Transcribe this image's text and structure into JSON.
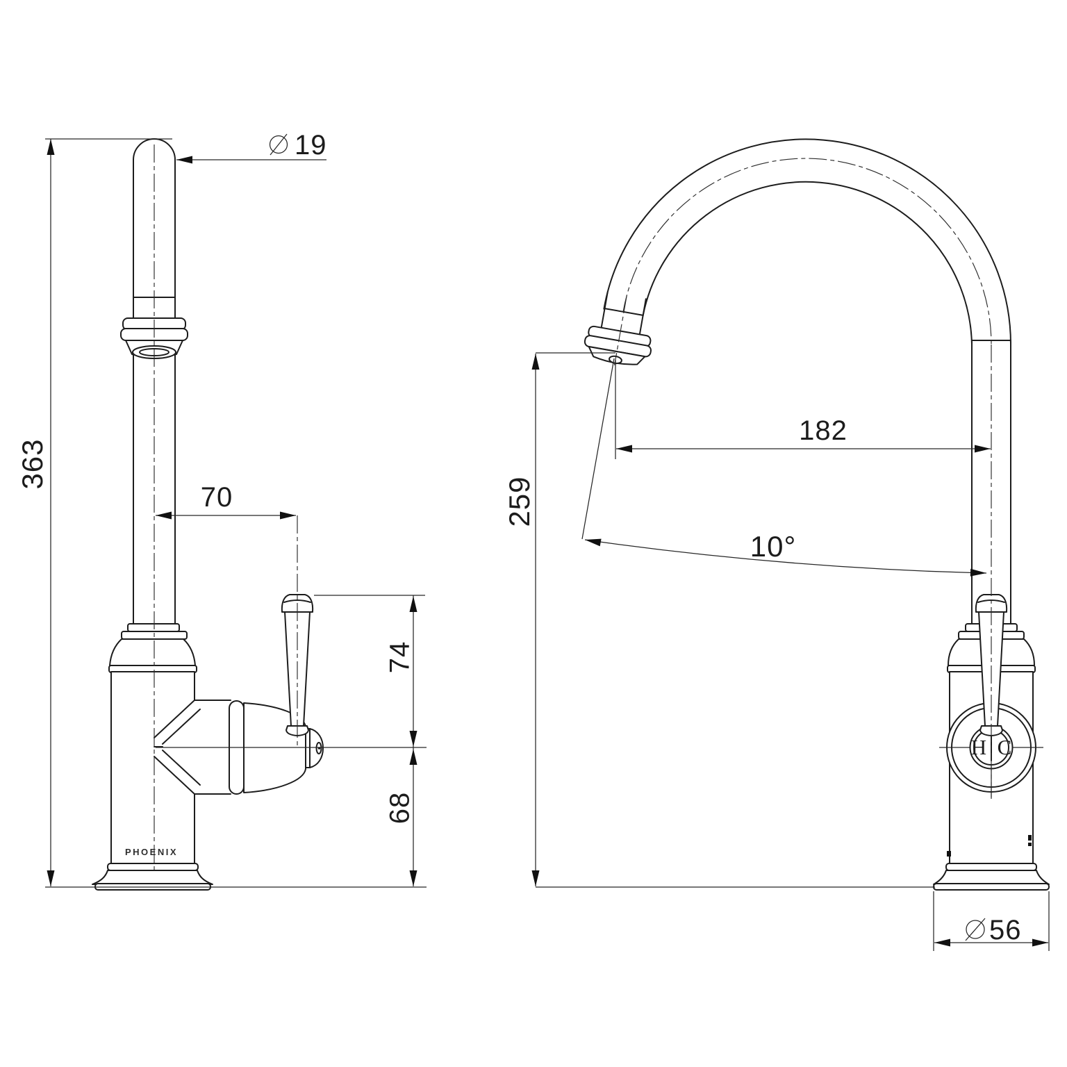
{
  "drawing": {
    "brand": "PHOENIX",
    "badge": {
      "hot": "H",
      "cold": "C"
    },
    "dimensions": {
      "total_height": "363",
      "spout_diameter": "19",
      "handle_offset": "70",
      "handle_height": "74",
      "outlet_height": "68",
      "spout_clearance": "259",
      "spout_reach": "182",
      "spout_angle": "10°",
      "base_diameter": "56"
    }
  }
}
